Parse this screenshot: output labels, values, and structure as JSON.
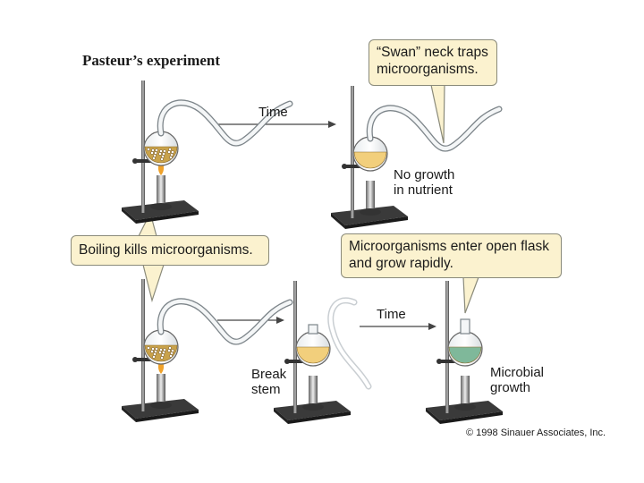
{
  "title": "Pasteur’s experiment",
  "callouts": {
    "swan_neck": [
      "“Swan” neck traps",
      "microorganisms."
    ],
    "boiling": "Boiling kills microorganisms.",
    "open_flask": [
      "Microorganisms enter open flask",
      "and grow rapidly."
    ]
  },
  "labels": {
    "time_top": "Time",
    "time_bottom": "Time",
    "no_growth": [
      "No growth",
      "in nutrient"
    ],
    "break_stem": [
      "Break",
      "stem"
    ],
    "microbial_growth": [
      "Microbial",
      "growth"
    ]
  },
  "copyright": "© 1998 Sinauer Associates, Inc.",
  "colors": {
    "callout_fill": "#fbf2cf",
    "broth_boiling": "#c9a24a",
    "broth_clear": "#f2cf7c",
    "broth_microbial": "#7fb89a",
    "flame": "#f0a22a"
  }
}
